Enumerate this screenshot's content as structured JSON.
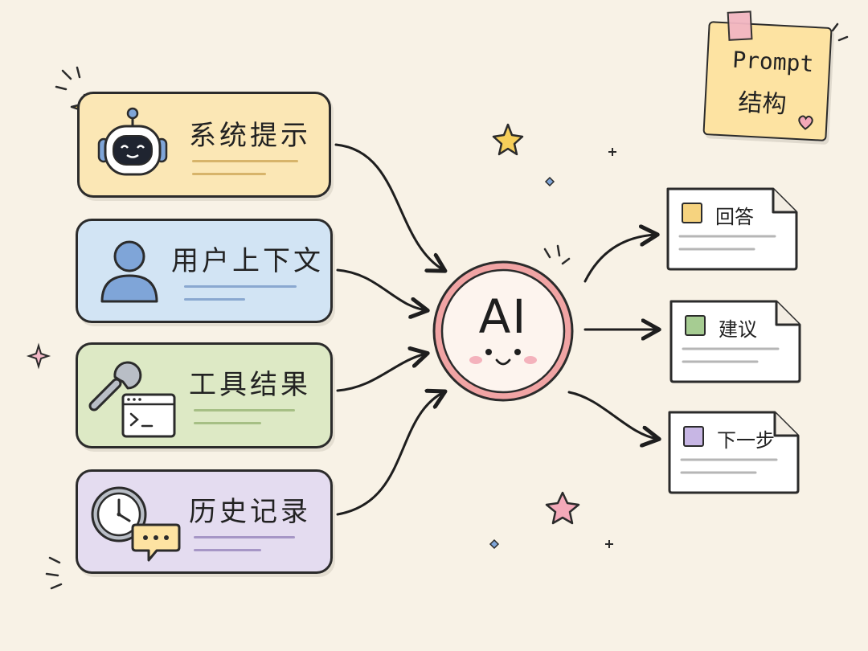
{
  "note": {
    "line1": "Prompt",
    "line2": "结构"
  },
  "inputs": [
    {
      "label": "系统提示",
      "icon": "robot-icon",
      "color": "#fbe7b5"
    },
    {
      "label": "用户上下文",
      "icon": "user-icon",
      "color": "#d2e4f4"
    },
    {
      "label": "工具结果",
      "icon": "wrench-terminal-icon",
      "color": "#dde9c5"
    },
    {
      "label": "历史记录",
      "icon": "clock-chat-icon",
      "color": "#e4dcf0"
    }
  ],
  "center": {
    "label": "AI",
    "color": "#f1a4a4"
  },
  "outputs": [
    {
      "label": "回答",
      "color": "#f6d37f"
    },
    {
      "label": "建议",
      "color": "#a6cc92"
    },
    {
      "label": "下一步",
      "color": "#c7b6e4"
    }
  ]
}
